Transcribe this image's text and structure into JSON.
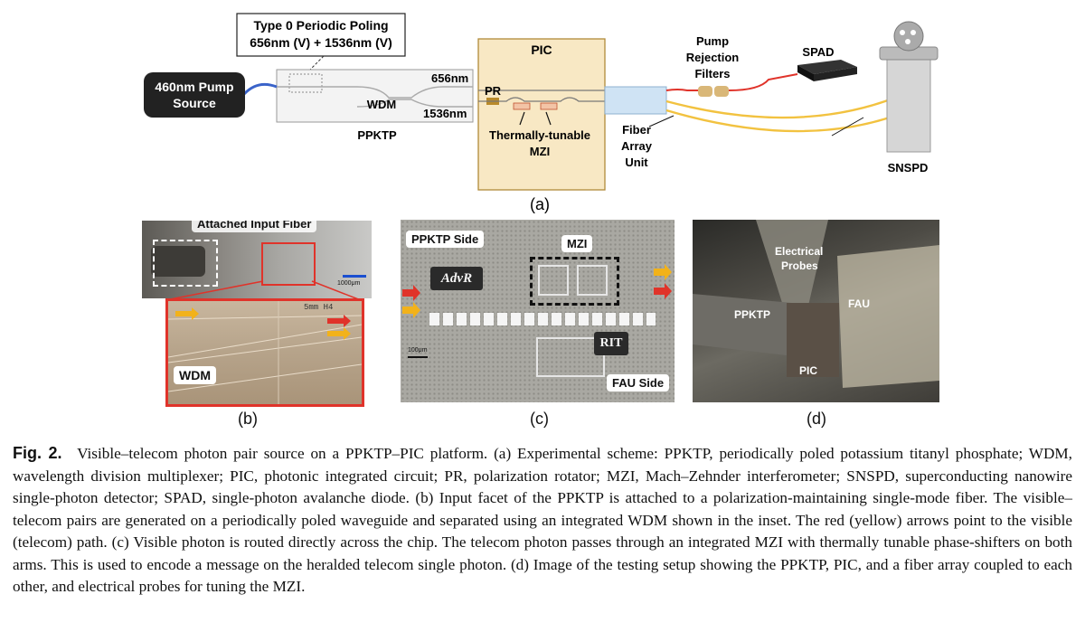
{
  "figure": {
    "panel_a": {
      "poling_label_1": "Type 0 Periodic Poling",
      "poling_label_2": "656nm (V) + 1536nm (V)",
      "pump_label_1": "460nm Pump",
      "pump_label_2": "Source",
      "wdm": "WDM",
      "ppktp": "PPKTP",
      "out_656": "656nm",
      "out_1536": "1536nm",
      "pic": "PIC",
      "pr": "PR",
      "mzi_1": "Thermally-tunable",
      "mzi_2": "MZI",
      "fau_1": "Fiber",
      "fau_2": "Array",
      "fau_3": "Unit",
      "filters_1": "Pump",
      "filters_2": "Rejection",
      "filters_3": "Filters",
      "spad": "SPAD",
      "snspd": "SNSPD",
      "letter": "(a)"
    },
    "panel_b": {
      "attached": "Attached Input Fiber",
      "scale": "1000μm",
      "inset_scale": "5mm  H4",
      "wdm": "WDM",
      "letter": "(b)"
    },
    "panel_c": {
      "ppktp_side": "PPKTP Side",
      "mzi": "MZI",
      "logo_advr": "AdvR",
      "logo_rit": "RIT",
      "scale": "100μm",
      "fau_side": "FAU Side",
      "letter": "(c)"
    },
    "panel_d": {
      "probes_1": "Electrical",
      "probes_2": "Probes",
      "ppktp": "PPKTP",
      "fau": "FAU",
      "pic": "PIC",
      "letter": "(d)"
    },
    "colors": {
      "red": "#e0332a",
      "yellow": "#f2b21a",
      "pic_fill": "#f8e8c4",
      "blue_fiber": "#3a63c9"
    }
  },
  "caption": {
    "label": "Fig. 2.",
    "text": "Visible–telecom photon pair source on a PPKTP–PIC platform. (a) Experimental scheme: PPKTP, periodically poled potassium titanyl phosphate; WDM, wavelength division multiplexer; PIC, photonic integrated circuit; PR, polarization rotator; MZI, Mach–Zehnder interferometer; SNSPD, superconducting nanowire single-photon detector; SPAD, single-photon avalanche diode. (b) Input facet of the PPKTP is attached to a polarization-maintaining single-mode fiber. The visible–telecom pairs are generated on a periodically poled waveguide and separated using an integrated WDM shown in the inset. The red (yellow) arrows point to the visible (telecom) path. (c) Visible photon is routed directly across the chip. The telecom photon passes through an integrated MZI with thermally tunable phase-shifters on both arms. This is used to encode a message on the heralded telecom single photon. (d) Image of the testing setup showing the PPKTP, PIC, and a fiber array coupled to each other, and electrical probes for tuning the MZI."
  }
}
